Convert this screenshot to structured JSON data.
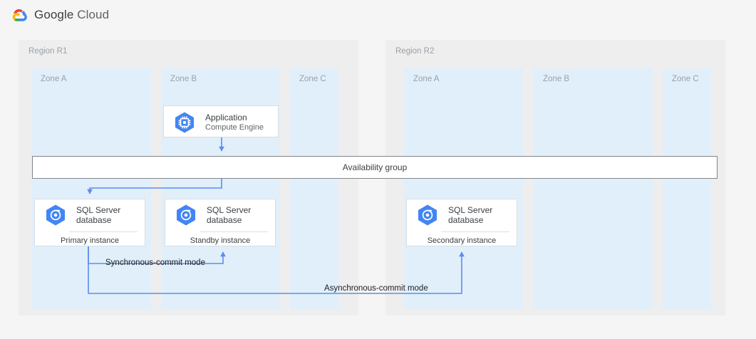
{
  "header": {
    "brand_google": "Google",
    "brand_cloud": "Cloud",
    "logo_icon": "google-cloud-logo-icon"
  },
  "colors": {
    "page_background": "#f5f5f5",
    "region_background": "#eeeeee",
    "zone_background": "#e1effa",
    "card_background": "#ffffff",
    "card_border": "#dadce0",
    "availability_bar_border": "#80868b",
    "connector": "#5b8def",
    "icon_blue": "#4285f4",
    "label_gray": "#9aa0a6",
    "text_dark": "#3c4043"
  },
  "regions": [
    {
      "label": "Region R1",
      "zones": [
        {
          "label": "Zone A"
        },
        {
          "label": "Zone B"
        },
        {
          "label": "Zone C"
        }
      ]
    },
    {
      "label": "Region R2",
      "zones": [
        {
          "label": "Zone A"
        },
        {
          "label": "Zone B"
        },
        {
          "label": "Zone C"
        }
      ]
    }
  ],
  "nodes": {
    "application": {
      "title": "Application",
      "subtitle": "Compute Engine",
      "icon": "compute-engine-icon"
    },
    "primary_db": {
      "title_line1": "SQL Server",
      "title_line2": "database",
      "footer": "Primary instance",
      "icon": "sql-server-database-icon"
    },
    "standby_db": {
      "title_line1": "SQL Server",
      "title_line2": "database",
      "footer": "Standby instance",
      "icon": "sql-server-database-icon"
    },
    "secondary_db": {
      "title_line1": "SQL Server",
      "title_line2": "database",
      "footer": "Secondary instance",
      "icon": "sql-server-database-icon"
    }
  },
  "availability_group": {
    "label": "Availability group"
  },
  "connectors": {
    "synchronous": "Synchronous-commit mode",
    "asynchronous": "Asynchronous-commit mode"
  }
}
